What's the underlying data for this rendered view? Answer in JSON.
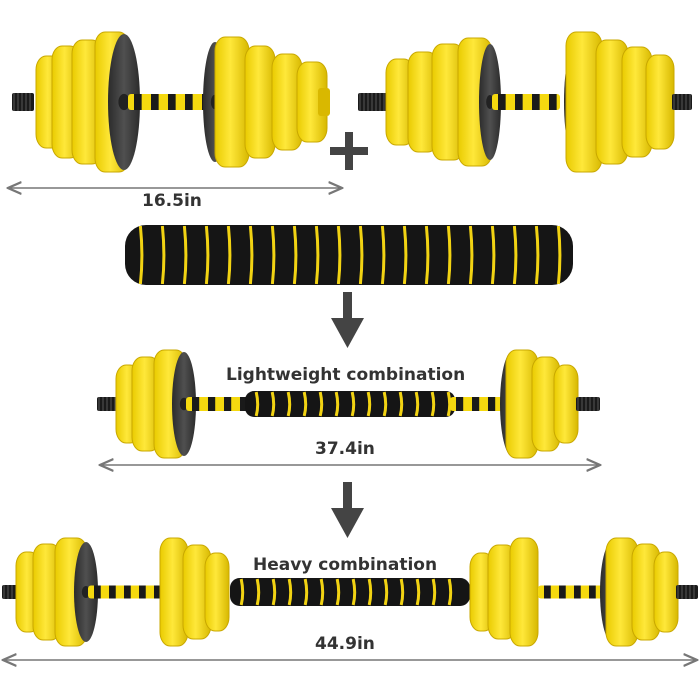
{
  "labels": {
    "dumbbell_length": "16.5in",
    "lightweight_title": "Lightweight combination",
    "lightweight_length": "37.4in",
    "heavy_title": "Heavy combination",
    "heavy_length": "44.9in",
    "plus": "+"
  },
  "colors": {
    "plate": "#F5D90F",
    "plate_edge": "#C9A800",
    "plate_shadow": "#B89A00",
    "face": "#3A3A3A",
    "bar": "#1A1A1A",
    "foam_black": "#151515",
    "foam_yellow": "#F2D313",
    "arrow": "#444444",
    "dimension_line": "#777777",
    "text": "#333333"
  }
}
